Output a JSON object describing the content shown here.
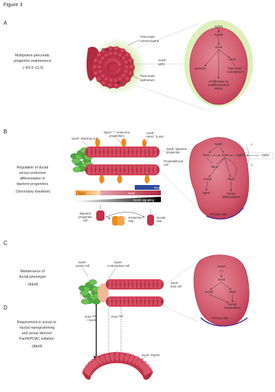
{
  "figure_title": "Figure 3",
  "panels": {
    "A": {
      "letter": "A",
      "desc": [
        "Multipotent pancreatic",
        "progenitor maintenance",
        "(~E9.5–12.5)"
      ],
      "left_fgf": [
        "Fgf10",
        "Fgf10"
      ],
      "mesenchyme": "Pancreatic mesenchyme",
      "epithelium": "Pancreatic epithelium",
      "sox9_mpc": [
        "Sox9⁺",
        "MPC"
      ],
      "cell_fgf10": "Fgf10",
      "cell_fgfr2": "Fgfr2b",
      "cell_sox9": "Sox9",
      "cell_hes1": "Hes1",
      "survival": "Survival",
      "commitment": [
        "Pancreatic",
        "commitment"
      ],
      "prolif": [
        "Proliferation &",
        "undifferentiated",
        "status"
      ]
    },
    "B": {
      "letter": "B",
      "desc": [
        "Regulation of ductal",
        "versus endocrine",
        "differentiation in",
        "bipotent progenitors"
      ],
      "subdesc": "(Secondary transition)",
      "distal_tip": "Sox9⁺ distal-tip cell",
      "ngn3_label": [
        "Ngn3⁺⁺⁺ endocrine",
        "progenitors"
      ],
      "sox9_hes1": [
        "Sox9⁺",
        "Hes1⁺ (Low)"
      ],
      "bipotent": [
        "Sox9⁺ bipotent",
        "progenitor"
      ],
      "proximal": [
        "Proximal/trunk",
        "cell"
      ],
      "bar_hes1": "Hes1",
      "bar_ngn3": "Ngn3",
      "bar_sox9": "Sox9",
      "bar_notch": "Notch signaling",
      "bip_cell": [
        "Bipotent",
        "progenitor",
        "cell"
      ],
      "endo_fate": [
        "Endocrine",
        "fate"
      ],
      "ductal_fate": [
        "Ductal",
        "fate"
      ],
      "cell_notch": "Notch",
      "cell_hes1": "Hes1",
      "cell_sox9": "Sox9",
      "cell_fgfr2": "Fgfr2b",
      "cell_fgf10": "Fgf10",
      "cell_ngn3": "Ngn3",
      "cell_hnf1": "Hnf1β",
      "cell_ngn3b": "Ngn3",
      "cell_pkd2": "Pkd2",
      "ductal_diff": [
        "Ductal",
        "differentiation"
      ],
      "cilia": "Primary cilia",
      "q1": "?",
      "q2": "?"
    },
    "C": {
      "letter": "C",
      "desc": [
        "Maintenance of",
        "ductal phenotype"
      ],
      "subdesc": "(Adult)",
      "acinar": [
        "Sox9⁺",
        "acinar cell"
      ],
      "centroacinar": [
        "Sox9⁺",
        "centroacinar cell"
      ],
      "duct_cell": [
        "Sox9⁺",
        "duct cell"
      ],
      "cell_notch": "Notch",
      "q": "? ?",
      "cell_sox9": "Sox9",
      "cell_hnf1": "Hnf1β",
      "cell_pkd2": "Pkd2",
      "ductal_maint": [
        "Ductal",
        "maintenance"
      ],
      "cilia": "Primary cilia"
    },
    "D": {
      "letter": "D",
      "desc": [
        "Requirement in acinar-to",
        "-ductal reprogramming",
        "and acinar-derived",
        "PanIN/PDAC initiation"
      ],
      "subdesc": "(Adult)",
      "kras1": [
        "Kras ᴳ¹²ᴰ",
        "+ Sox9"
      ],
      "kras2": "Kras ᴳ¹²ᴰ",
      "panin": "Sox9⁺ PanIN"
    }
  },
  "colors": {
    "red": "#c2334a",
    "red_light": "#e07a88",
    "green": "#5bb84a",
    "green_halo": "#cfe8a8",
    "orange": "#f08a1e",
    "blue": "#2b4a9a",
    "cilia_purple": "#5b2d8c",
    "peach": "#f2b79a"
  }
}
